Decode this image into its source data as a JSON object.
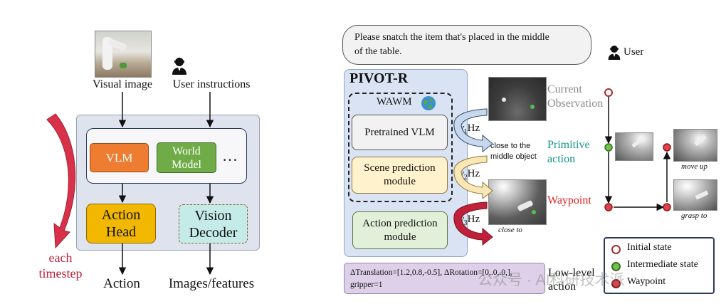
{
  "left": {
    "visual_image_label": "Visual image",
    "user_instructions_label": "User instructions",
    "vlm_label": "VLM",
    "world_model_line1": "World",
    "world_model_line2": "Model",
    "ellipsis": "…",
    "action_head_line1": "Action",
    "action_head_line2": "Head",
    "vision_decoder_line1": "Vision",
    "vision_decoder_line2": "Decoder",
    "each_timestep_line1": "each",
    "each_timestep_line2": "timestep",
    "action_output": "Action",
    "images_output": "Images/features"
  },
  "right": {
    "instruction_line1": "Please snatch the item that's placed in the middle",
    "instruction_line2": "of the table.",
    "user_label": "User",
    "pivot_title": "PIVOT-R",
    "wawm_label": "WAWM",
    "pretrained_vlm": "Pretrained VLM",
    "scene_pred_line1": "Scene prediction",
    "scene_pred_line2": "module",
    "action_pred_line1": "Action prediction",
    "action_pred_line2": "module",
    "v1": "ν",
    "v1_sub": "1",
    "v2": "ν",
    "v2_sub": "2",
    "v3": "ν",
    "v3_sub": "3",
    "hz": "Hz",
    "close_to_middle_line1": "close to the",
    "close_to_middle_line2": "middle object",
    "current_obs_line1": "Current",
    "current_obs_line2": "Observation",
    "primitive_line1": "Primitive",
    "primitive_line2": "action",
    "waypoint_label": "Waypoint",
    "close_to_caption": "close to",
    "move_up_caption": "move up",
    "grasp_to_caption": "grasp to",
    "low_level_line1": "ΔTranslation=[1.2,0.8,-0.5], ΔRotation=[0,.0,.0,],",
    "low_level_line2": "gripper=1",
    "low_level_action_line1": "Low-level",
    "low_level_action_line2": "action",
    "legend_initial": "Initial state",
    "legend_intermediate": "Intermediate state",
    "legend_waypoint": "Waypoint",
    "watermark": "公众号 · AI科研技术派"
  },
  "colors": {
    "panel_bg": "#dfe3ee",
    "vlm_orange": "#ee7d31",
    "world_model_green": "#6fac47",
    "action_head_yellow": "#f2b800",
    "vision_decoder_teal": "#c4ebe8",
    "each_timestep_red": "#c0203a",
    "pivot_bg": "#dae3f3",
    "scene_pred_bg": "#fff2cc",
    "action_pred_bg": "#e2efd9",
    "low_level_bg": "#ddd0e8",
    "primitive_teal": "#12938a",
    "waypoint_red": "#e02020"
  },
  "icons": [
    "user-icon",
    "globe-icon",
    "arrow-icon"
  ]
}
